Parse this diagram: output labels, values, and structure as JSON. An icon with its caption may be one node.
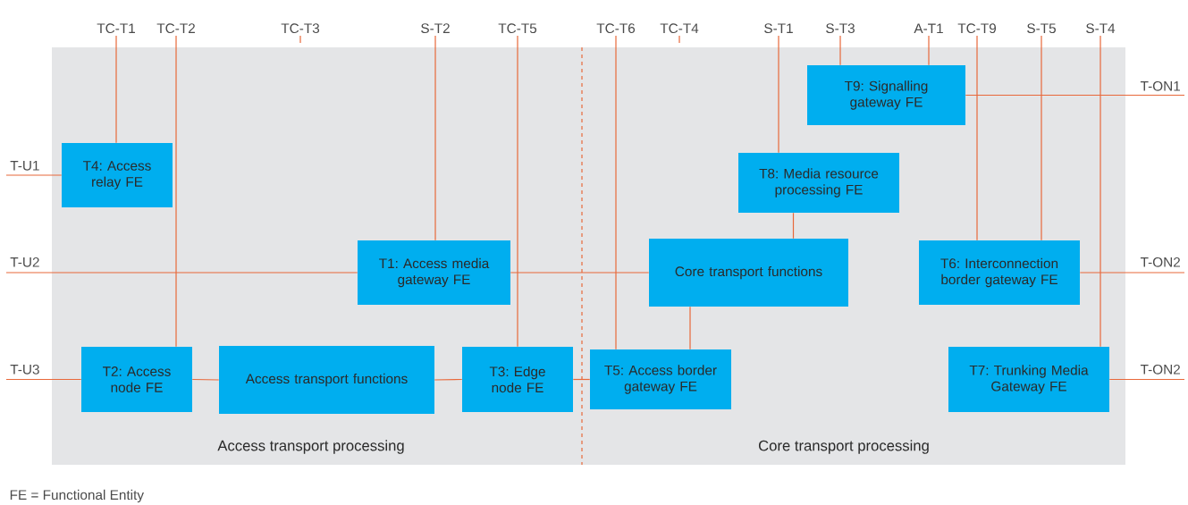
{
  "diagram": {
    "nodes": [
      {
        "text": [
          "Access transport processing"
        ]
      },
      {
        "text": [
          "Core transport processing"
        ]
      },
      {
        "text": [
          "TC-T1"
        ]
      },
      {
        "text": [
          "TC-T2"
        ]
      },
      {
        "text": [
          "TC-T3"
        ]
      },
      {
        "text": [
          "S-T2"
        ]
      },
      {
        "text": [
          "TC-T5"
        ]
      },
      {
        "text": [
          "TC-T6"
        ]
      },
      {
        "text": [
          "TC-T4"
        ]
      },
      {
        "text": [
          "S-T1"
        ]
      },
      {
        "text": [
          "S-T3"
        ]
      },
      {
        "text": [
          "A-T1"
        ]
      },
      {
        "text": [
          "TC-T9"
        ]
      },
      {
        "text": [
          "S-T5"
        ]
      },
      {
        "text": [
          "S-T4"
        ]
      },
      {
        "text": [
          "T9: Signalling gateway FE"
        ],
        "in": 1
      },
      {
        "text": [
          "T-ON1"
        ]
      },
      {
        "text": [
          "T-U1"
        ]
      },
      {
        "text": [
          "T4: Access relay FE"
        ],
        "in": 0
      },
      {
        "text": [
          "T8: Media resource processing FE"
        ],
        "in": 1
      },
      {
        "text": [
          "T-U2"
        ]
      },
      {
        "text": [
          "T1: Access media gateway FE"
        ],
        "in": 0
      },
      {
        "text": [
          "Core transport functions"
        ],
        "in": 1
      },
      {
        "text": [
          "T6: Interconnection border gateway FE"
        ],
        "in": 1
      },
      {
        "text": [
          "T-ON2"
        ]
      },
      {
        "text": [
          "T-U3"
        ]
      },
      {
        "text": [
          "T2: Access node FE"
        ],
        "in": 0
      },
      {
        "text": [
          "Access transport functions"
        ],
        "in": 0
      },
      {
        "text": [
          "T3: Edge node FE"
        ],
        "in": 0
      },
      {
        "text": [
          "T5: Access border gateway FE"
        ],
        "in": 1
      },
      {
        "text": [
          "T7: Trunking Media Gateway FE"
        ],
        "in": 1
      },
      {
        "text": [
          "T-ON2"
        ]
      }
    ],
    "edges": [
      {
        "from": 2,
        "to": 18,
        "arrow": "none"
      },
      {
        "from": 3,
        "to": 26,
        "arrow": "none"
      },
      {
        "from": 4,
        "to": null,
        "arrow": "none"
      },
      {
        "from": 5,
        "to": 21,
        "arrow": "none"
      },
      {
        "from": 6,
        "to": 28,
        "arrow": "none"
      },
      {
        "from": 7,
        "to": 29,
        "arrow": "none"
      },
      {
        "from": 8,
        "to": null,
        "arrow": "none"
      },
      {
        "from": 9,
        "to": 19,
        "arrow": "none"
      },
      {
        "from": 10,
        "to": 15,
        "arrow": "none"
      },
      {
        "from": 11,
        "to": 15,
        "arrow": "none"
      },
      {
        "from": 12,
        "to": 23,
        "arrow": "none"
      },
      {
        "from": 13,
        "to": 23,
        "arrow": "none"
      },
      {
        "from": 14,
        "to": 30,
        "arrow": "none"
      },
      {
        "from": 17,
        "to": 18,
        "arrow": "none"
      },
      {
        "from": 20,
        "to": 21,
        "arrow": "none"
      },
      {
        "from": 21,
        "to": 22,
        "arrow": "none"
      },
      {
        "from": 25,
        "to": 26,
        "arrow": "none"
      },
      {
        "from": 26,
        "to": 27,
        "arrow": "none"
      },
      {
        "from": 27,
        "to": 28,
        "arrow": "none"
      },
      {
        "from": 28,
        "to": 29,
        "arrow": "none"
      },
      {
        "from": 15,
        "to": 16,
        "arrow": "none"
      },
      {
        "from": 19,
        "to": 22,
        "arrow": "none"
      },
      {
        "from": 22,
        "to": 29,
        "arrow": "none"
      },
      {
        "from": 23,
        "to": 24,
        "arrow": "none"
      },
      {
        "from": 30,
        "to": 31,
        "arrow": "none"
      }
    ],
    "labels": [
      "FE = Functional Entity"
    ]
  }
}
